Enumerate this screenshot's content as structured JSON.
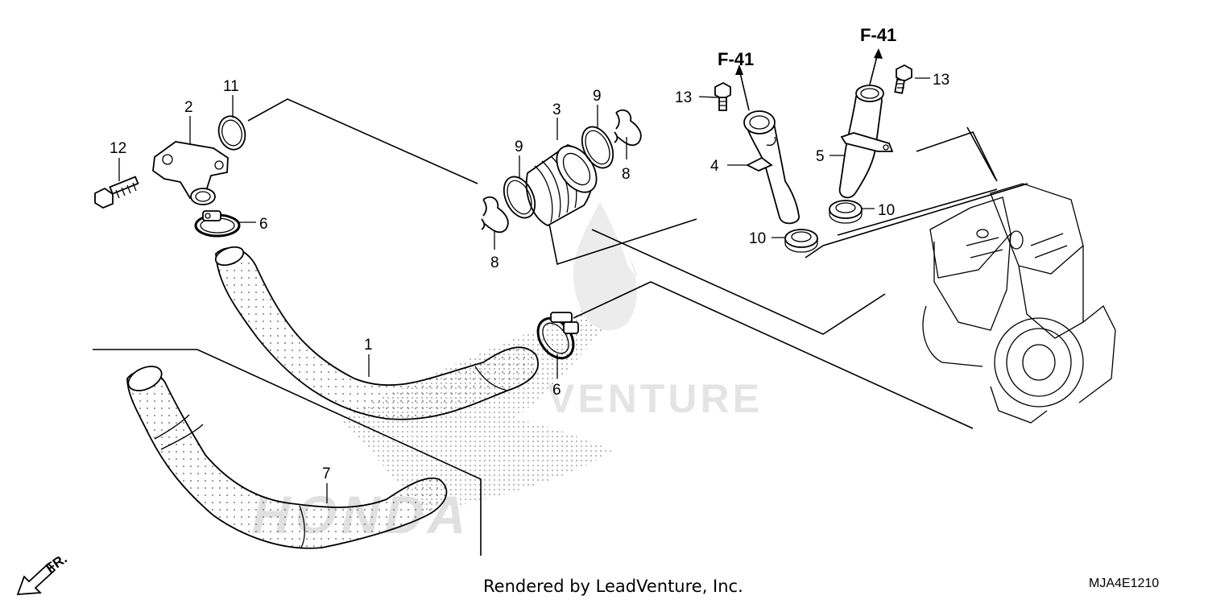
{
  "callouts": {
    "c1": "1",
    "c2": "2",
    "c3": "3",
    "c4": "4",
    "c5": "5",
    "c6a": "6",
    "c6b": "6",
    "c7": "7",
    "c8a": "8",
    "c8b": "8",
    "c9a": "9",
    "c9b": "9",
    "c10a": "10",
    "c10b": "10",
    "c11": "11",
    "c12": "12",
    "c13a": "13",
    "c13b": "13"
  },
  "references": {
    "left": "F-41",
    "right": "F-41"
  },
  "direction_label": "FR.",
  "watermark": {
    "brand": "HONDA",
    "partner": "VENTURE"
  },
  "footer": {
    "rendered_by": "Rendered by LeadVenture, Inc.",
    "diagram_code": "MJA4E1210"
  }
}
